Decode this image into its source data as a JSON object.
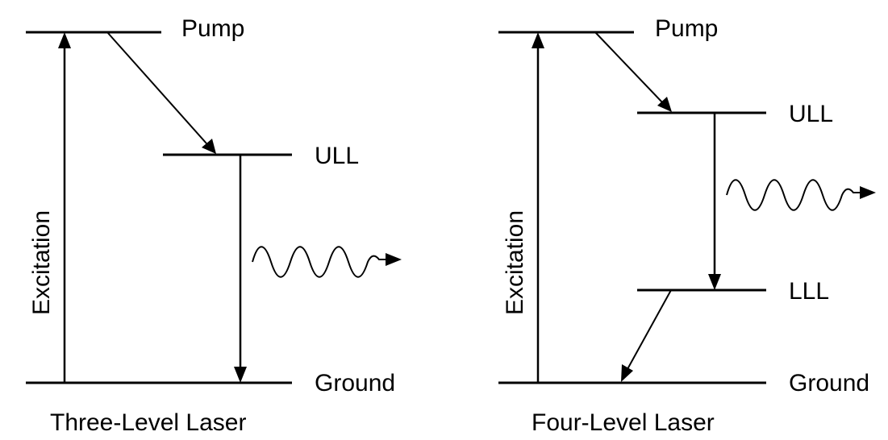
{
  "three_level": {
    "caption": "Three-Level Laser",
    "excitation_label": "Excitation",
    "levels": {
      "pump": "Pump",
      "ull": "ULL",
      "ground": "Ground"
    }
  },
  "four_level": {
    "caption": "Four-Level Laser",
    "excitation_label": "Excitation",
    "levels": {
      "pump": "Pump",
      "ull": "ULL",
      "lll": "LLL",
      "ground": "Ground"
    }
  }
}
